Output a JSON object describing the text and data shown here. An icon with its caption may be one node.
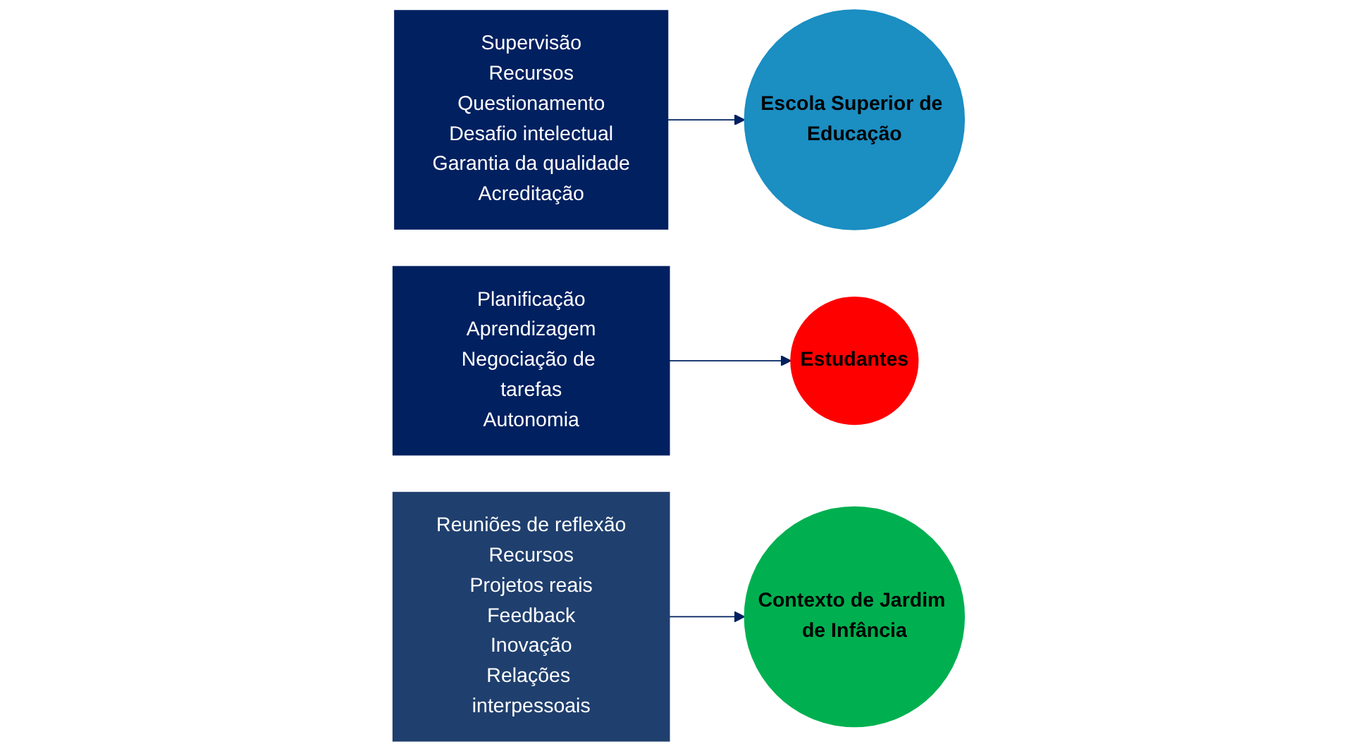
{
  "diagram": {
    "nodes": [
      {
        "text": [
          "Supervisão",
          "Recursos",
          "Questionamento",
          "Desafio intelectual",
          "Garantia da qualidade",
          "Acreditação"
        ]
      },
      {
        "text": [
          "Escola Superior de Educação"
        ]
      },
      {
        "text": [
          "Planificação",
          "Aprendizagem",
          "Negociação de tarefas",
          "Autonomia"
        ]
      },
      {
        "text": [
          "Estudantes"
        ]
      },
      {
        "text": [
          "Reuniões de reflexão",
          "Recursos",
          "Projetos reais",
          "Feedback",
          "Inovação",
          "Relações interpessoais"
        ]
      },
      {
        "text": [
          "Contexto de Jardim de Infância"
        ]
      }
    ],
    "edges": [
      {
        "from": 0,
        "to": 1,
        "arrow": "to"
      },
      {
        "from": 2,
        "to": 3,
        "arrow": "to"
      },
      {
        "from": 4,
        "to": 5,
        "arrow": "to"
      }
    ]
  }
}
